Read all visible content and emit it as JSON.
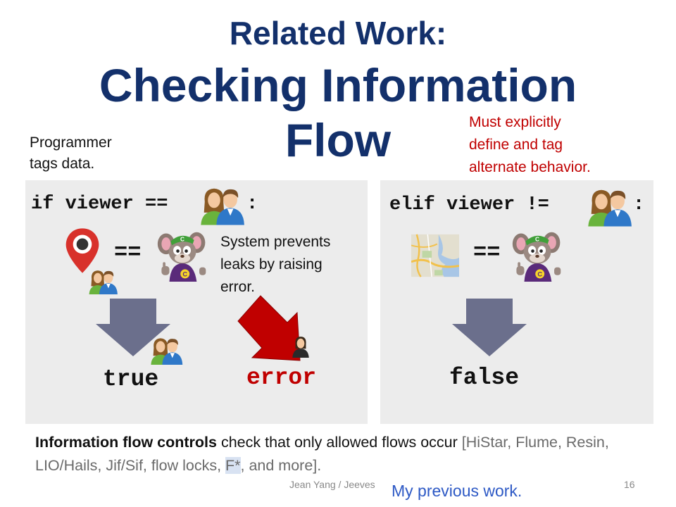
{
  "title": {
    "line1": "Related Work:",
    "line2a": "Checking Information",
    "line2b": "Flow"
  },
  "notes": {
    "programmer": [
      "Programmer",
      "tags data."
    ],
    "must": [
      "Must explicitly",
      "define and tag",
      "alternate behavior."
    ],
    "system": [
      "System prevents",
      "leaks by raising",
      "error."
    ]
  },
  "left_panel": {
    "code_prefix": "if viewer == ",
    "code_suffix": ":",
    "eq": "==",
    "result_true": "true",
    "result_error": "error"
  },
  "right_panel": {
    "code_prefix": "elif viewer != ",
    "code_suffix": ":",
    "eq": "==",
    "result_false": "false"
  },
  "bottom": {
    "bold": "Information flow controls",
    "rest": " check that only allowed flows occur ",
    "bracket_open": "[",
    "refs_a": "HiStar, Flume, Resin, LIO/Hails, Jif/Sif, flow locks, ",
    "refs_highlight": "F*",
    "refs_b": ", and more",
    "bracket_close": "]."
  },
  "my_work": "My previous work.",
  "footer": {
    "author": "Jean Yang / Jeeves",
    "page": "16"
  },
  "colors": {
    "title": "#13306b",
    "red_note": "#c00000",
    "error_text": "#c00000",
    "blue_note": "#2d59c5",
    "panel": "#ececec",
    "arrow_gray": "#6b6f8c",
    "arrow_red": "#c00000"
  },
  "icons": [
    "user-group-icon",
    "map-pin-icon",
    "mascot-icon",
    "map-thumbnail-icon",
    "single-user-icon",
    "down-arrow-icon"
  ]
}
